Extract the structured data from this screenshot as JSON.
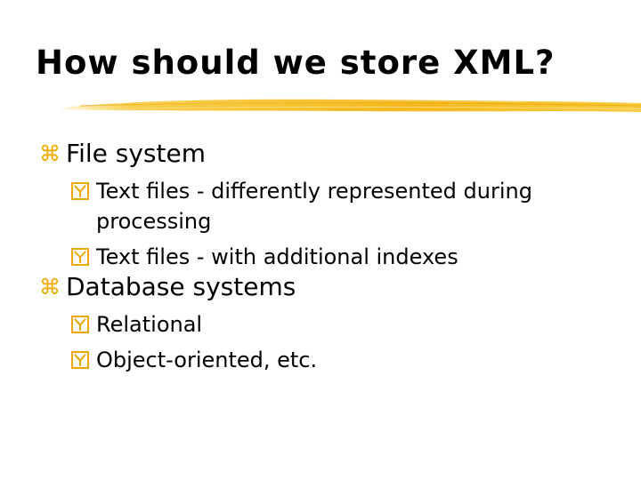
{
  "slide": {
    "title": "How should we store XML?",
    "colors": {
      "accent": "#f0a800",
      "brush": "#f7c52a",
      "text": "#000000",
      "background": "#ffffff"
    },
    "icons": {
      "level1": "command-key-icon",
      "level2": "checkbox-y-icon"
    },
    "sections": [
      {
        "label": "File system",
        "items": [
          "Text files - differently represented during processing",
          "Text files - with additional indexes"
        ]
      },
      {
        "label": "Database systems",
        "items": [
          "Relational",
          "Object-oriented, etc."
        ]
      }
    ]
  }
}
